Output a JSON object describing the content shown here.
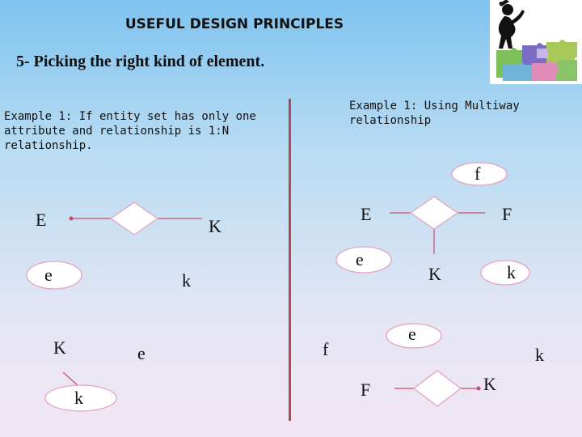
{
  "header": {
    "title": "USEFUL DESIGN PRINCIPLES",
    "subtitle": "5- Picking the right kind of element."
  },
  "left_example": {
    "caption": "Example 1: If entity set has only one attribute and relationship is 1:N relationship.",
    "labels": {
      "E": "E",
      "K": "K",
      "e": "e",
      "k": "k",
      "K2": "K",
      "e2": "e",
      "k2": "k"
    }
  },
  "right_example": {
    "caption": "Example 1: Using Multiway relationship",
    "labels": {
      "f": "f",
      "E": "E",
      "F": "F",
      "e": "e",
      "K": "K",
      "k": "k",
      "e2": "e",
      "f2": "f",
      "k2": "k",
      "F2": "F",
      "K2": "K"
    }
  },
  "colors": {
    "accent_line": "#c44f6d",
    "shape_outline": "#e4a3c2",
    "divider": "#b14a54"
  },
  "logo": {
    "icon": "puzzle-figure-icon"
  }
}
